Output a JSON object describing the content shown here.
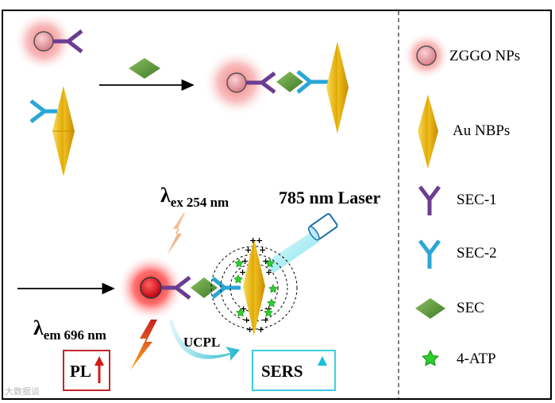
{
  "legend": {
    "zggo": "ZGGO NPs",
    "aunbp": "Au NBPs",
    "sec1": "SEC-1",
    "sec2": "SEC-2",
    "sec": "SEC",
    "atp": "4-ATP"
  },
  "labels": {
    "lambda_ex_symbol": "λ",
    "lambda_ex_sub": "ex",
    "lambda_ex_value": "254 nm",
    "laser": "785 nm Laser",
    "lambda_em_symbol": "λ",
    "lambda_em_sub": "em",
    "lambda_em_value": "696 nm",
    "ucpl": "UCPL",
    "pl": "PL",
    "sers": "SERS"
  },
  "watermark": "大数据谈",
  "colors": {
    "nanoparticle_glow": "#f27a7a",
    "nanoparticle_core": "#e89aa0",
    "excited_core": "#e0141c",
    "gold": "#f2c21a",
    "sec1": "#6b3d91",
    "sec2": "#2aa6d8",
    "sec": "#5a9a3a",
    "atp": "#2fcf2f",
    "pl_box": "#c0262a",
    "sers_box": "#3ccfe0",
    "ucpl_arrow": "#3cc8d8",
    "laser_beam": "#7ee8f0"
  }
}
